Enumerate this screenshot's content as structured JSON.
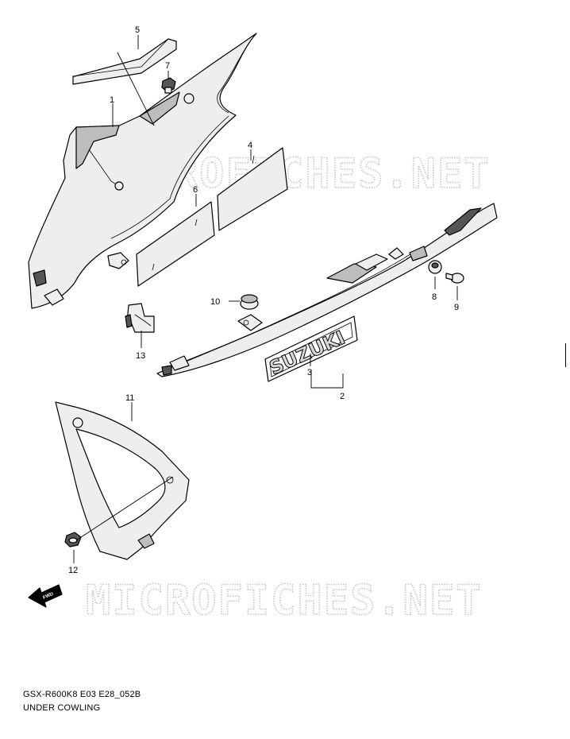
{
  "watermark": "MICROFICHES.NET",
  "logo_text": "SUZUKI",
  "fwd_label": "FWD",
  "callouts": [
    "1",
    "2",
    "3",
    "4",
    "5",
    "6",
    "7",
    "8",
    "9",
    "10",
    "11",
    "12",
    "13"
  ],
  "caption": {
    "code": "GSX-R600K8 E03 E28_052B",
    "title": "UNDER COWLING"
  },
  "colors": {
    "line": "#000000",
    "part_fill": "#eeeeee",
    "part_shade": "#bdbdbd",
    "dark_fill": "#555555",
    "watermark": "#c8c8c8"
  }
}
